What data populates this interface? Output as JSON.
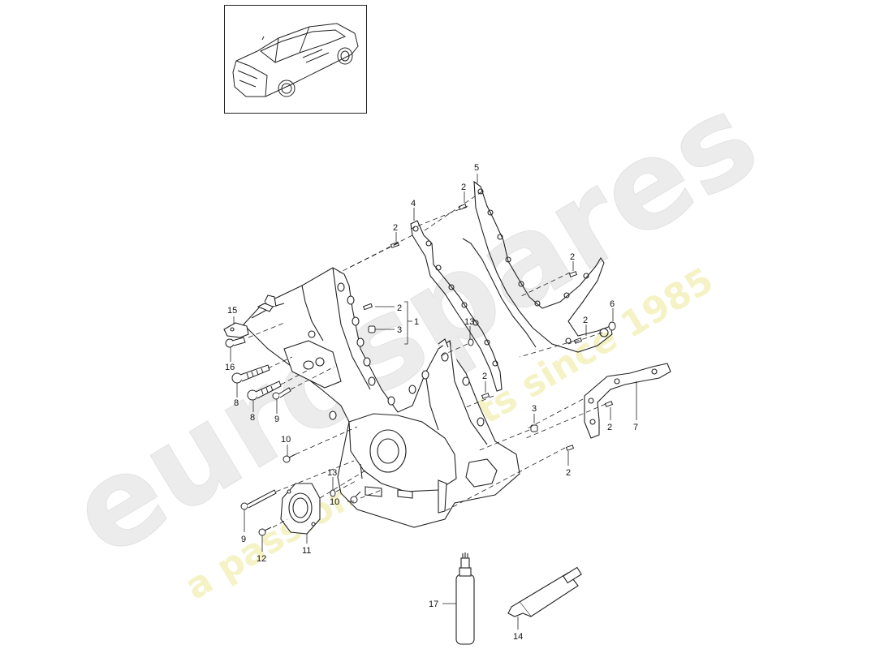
{
  "watermark": {
    "brand": "eurospares",
    "tagline": "a passion for parts since 1985",
    "brand_color": "#d9d9d9",
    "tagline_color": "#f3efa8"
  },
  "thumbnail": {
    "icon": "car-thumbnail-icon"
  },
  "callouts": [
    {
      "id": "c5",
      "text": "5"
    },
    {
      "id": "c2a",
      "text": "2"
    },
    {
      "id": "c4",
      "text": "4"
    },
    {
      "id": "c2b",
      "text": "2"
    },
    {
      "id": "c2c",
      "text": "2"
    },
    {
      "id": "c15",
      "text": "15"
    },
    {
      "id": "c2d",
      "text": "2"
    },
    {
      "id": "c3a",
      "text": "3"
    },
    {
      "id": "c1",
      "text": "1"
    },
    {
      "id": "c13a",
      "text": "13"
    },
    {
      "id": "c6",
      "text": "6"
    },
    {
      "id": "c2e",
      "text": "2"
    },
    {
      "id": "c16",
      "text": "16"
    },
    {
      "id": "c8a",
      "text": "8"
    },
    {
      "id": "c8b",
      "text": "8"
    },
    {
      "id": "c9a",
      "text": "9"
    },
    {
      "id": "c2f",
      "text": "2"
    },
    {
      "id": "c3b",
      "text": "3"
    },
    {
      "id": "c2g",
      "text": "2"
    },
    {
      "id": "c7",
      "text": "7"
    },
    {
      "id": "c10a",
      "text": "10"
    },
    {
      "id": "c2h",
      "text": "2"
    },
    {
      "id": "c13b",
      "text": "13"
    },
    {
      "id": "c10b",
      "text": "10"
    },
    {
      "id": "c9b",
      "text": "9"
    },
    {
      "id": "c12",
      "text": "12"
    },
    {
      "id": "c11",
      "text": "11"
    },
    {
      "id": "c17",
      "text": "17"
    },
    {
      "id": "c14",
      "text": "14"
    }
  ]
}
